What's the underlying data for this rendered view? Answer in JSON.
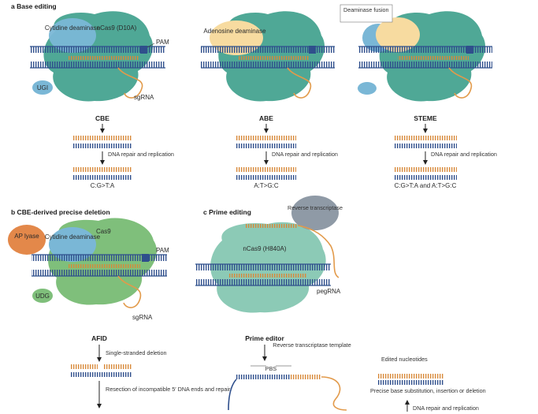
{
  "colors": {
    "cas9": "#4fa896",
    "cas9_light": "#8ccab6",
    "cas9_green": "#7fbf7b",
    "deaminase_blue": "#7ab7d6",
    "deaminase_yellow": "#f7dba0",
    "dna_blue": "#2f4f8c",
    "rna_orange": "#e29a4a",
    "ap_lyase": "#e3884a",
    "rt_grey": "#8f9aa6"
  },
  "section_a": {
    "title": "a  Base editing",
    "panels": [
      {
        "enzyme": "Cytidine deaminase",
        "cas": "nCas9 (D10A)",
        "pam": "PAM",
        "guide": "sgRNA",
        "ugi": "UGI",
        "name": "CBE",
        "repair": "DNA repair and replication",
        "result": "C:G>T:A"
      },
      {
        "enzyme": "Adenosine deaminase",
        "name": "ABE",
        "repair": "DNA repair and replication",
        "result": "A:T>G:C"
      },
      {
        "enzyme": "Deaminase fusion",
        "name": "STEME",
        "repair": "DNA repair and replication",
        "result": "C:G>T:A and A:T>G:C"
      }
    ]
  },
  "section_b": {
    "title": "b  CBE-derived precise deletion",
    "ap": "AP lyase",
    "enzyme": "Cytidine deaminase",
    "cas": "Cas9",
    "pam": "PAM",
    "udg": "UDG",
    "guide": "sgRNA",
    "name": "AFID",
    "step1": "Single-stranded deletion",
    "step2": "Resection of incompatible 5′ DNA ends and repair"
  },
  "section_c": {
    "title": "c  Prime editing",
    "rt": "Reverse transcriptase",
    "cas": "nCas9 (H840A)",
    "guide": "pegRNA",
    "name": "Prime editor",
    "rt_template": "Reverse transcriptase template",
    "pbs": "PBS",
    "edited": "Edited nucleotides",
    "outcome": "Precise base substitution, insertion or deletion",
    "next": "DNA repair and replication"
  }
}
